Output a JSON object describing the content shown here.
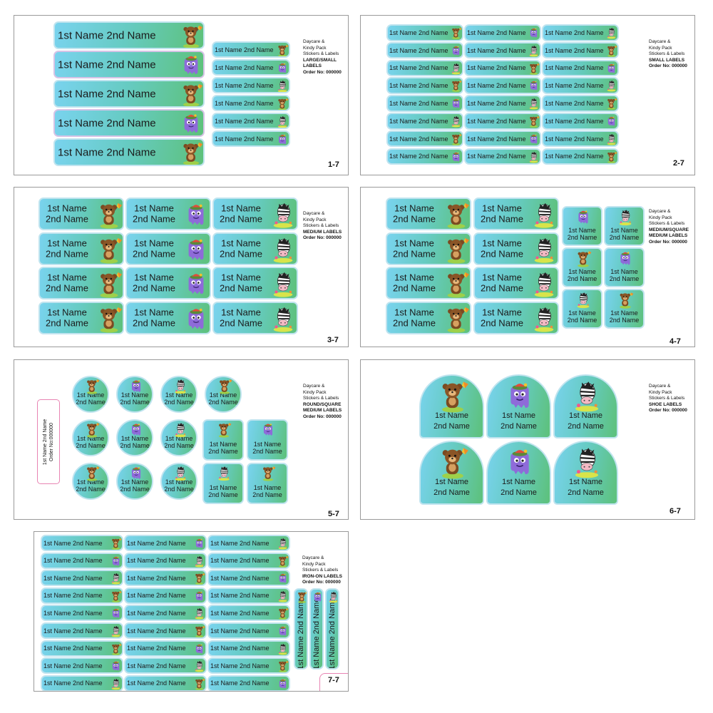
{
  "label": {
    "name_line": "1st Name 2nd Name",
    "first": "1st Name",
    "second": "2nd Name"
  },
  "pack": {
    "line1": "Daycare &",
    "line2": "Kindy Pack",
    "line3": "Stickers & Labels",
    "order": "Order No: 000000"
  },
  "sheets": [
    {
      "num": "1-7",
      "type_lines": [
        "LARGE/SMALL",
        "LABELS"
      ]
    },
    {
      "num": "2-7",
      "type_lines": [
        "SMALL LABELS"
      ]
    },
    {
      "num": "3-7",
      "type_lines": [
        "MEDIUM LABELS"
      ]
    },
    {
      "num": "4-7",
      "type_lines": [
        "MEDIUM/SQUARE",
        "MEDIUM LABELS"
      ]
    },
    {
      "num": "5-7",
      "type_lines": [
        "ROUND/SQUARE",
        "MEDIUM LABELS"
      ]
    },
    {
      "num": "6-7",
      "type_lines": [
        "SHOE LABELS"
      ]
    },
    {
      "num": "7-7",
      "type_lines": [
        "IRON-ON LABELS"
      ]
    }
  ],
  "bag_tag": {
    "name": "1st Name 2nd Name",
    "order": "Order No:000000"
  },
  "icons": [
    "bear-with-kite-icon",
    "purple-monster-icon",
    "zebra-icon"
  ],
  "colors": {
    "label_blue": "#79d3ee",
    "label_green": "#5dc17a",
    "label_border": "#c0e4ef",
    "tag_pink": "#e884b3"
  }
}
